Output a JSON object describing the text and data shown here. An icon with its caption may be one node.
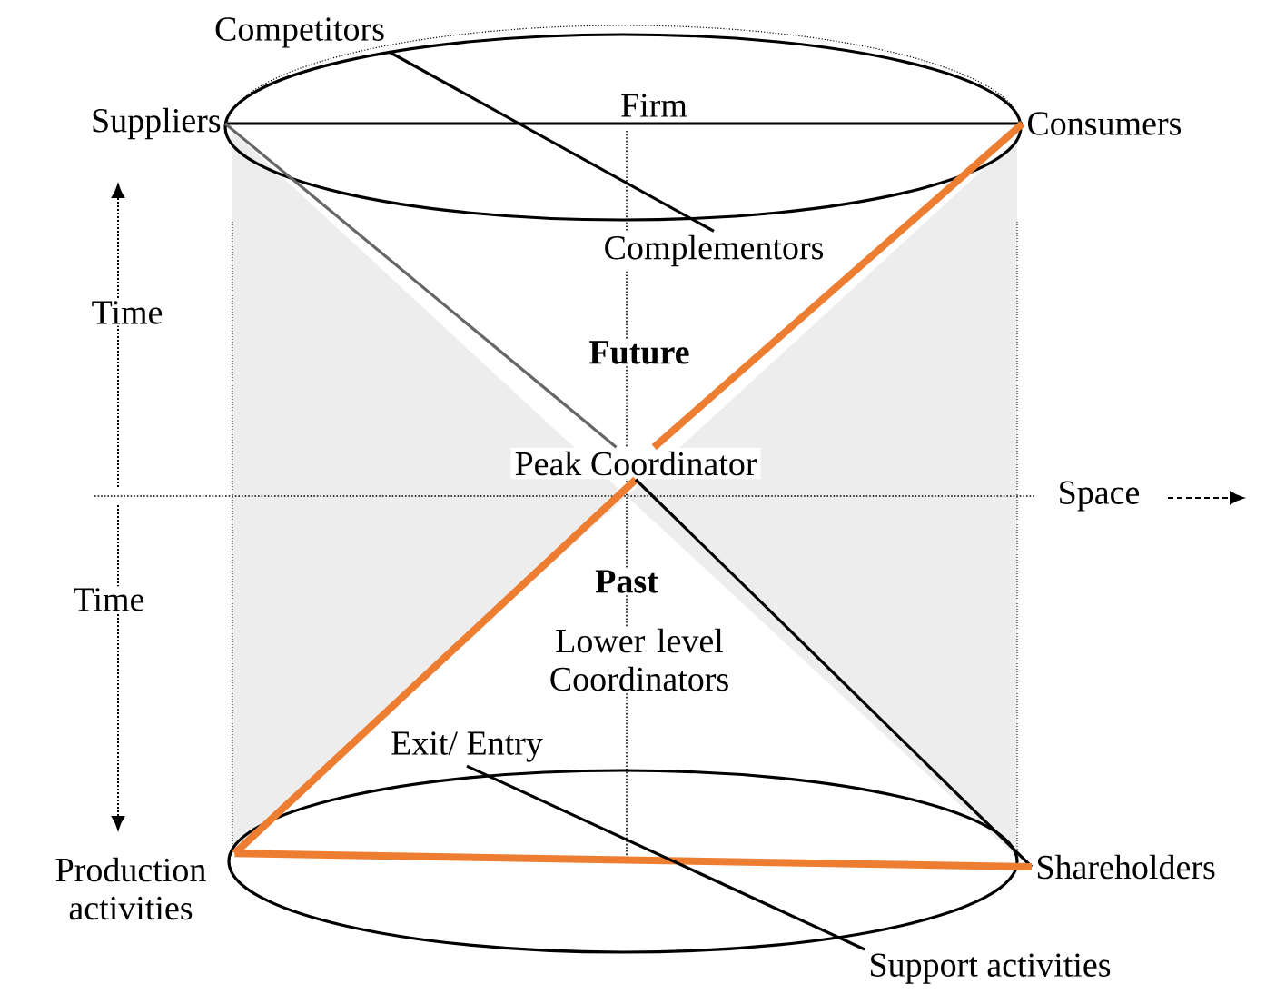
{
  "diagram": {
    "nodes": [
      {
        "text": [
          "Competitors"
        ]
      },
      {
        "text": [
          "Suppliers"
        ]
      },
      {
        "text": [
          "Consumers"
        ]
      },
      {
        "text": [
          "Complementors"
        ]
      },
      {
        "text": [
          "Peak Coordinator"
        ]
      },
      {
        "text": [
          "Exit/ Entry"
        ]
      },
      {
        "text": [
          "Production activities"
        ]
      },
      {
        "text": [
          "Shareholders"
        ]
      },
      {
        "text": [
          "Support activities"
        ]
      }
    ],
    "edges": [
      {
        "from": 1,
        "to": 2,
        "arrow": "none"
      },
      {
        "from": 0,
        "to": 3,
        "arrow": "none"
      },
      {
        "from": 1,
        "to": 4,
        "arrow": "none",
        "color": "#666666"
      },
      {
        "from": 2,
        "to": 4,
        "arrow": "none",
        "style": "thick",
        "color": "#ed7d31"
      },
      {
        "from": 6,
        "to": 4,
        "arrow": "none",
        "style": "thick",
        "color": "#ed7d31"
      },
      {
        "from": 4,
        "to": 7,
        "arrow": "none"
      },
      {
        "from": 6,
        "to": 7,
        "arrow": "none",
        "style": "thick",
        "color": "#ed7d31"
      },
      {
        "from": 5,
        "to": 8,
        "arrow": "none"
      }
    ],
    "labels": [
      "Firm",
      "Time",
      "Future",
      "Space",
      "Time",
      "Past",
      "Lower level Coordinators"
    ]
  }
}
